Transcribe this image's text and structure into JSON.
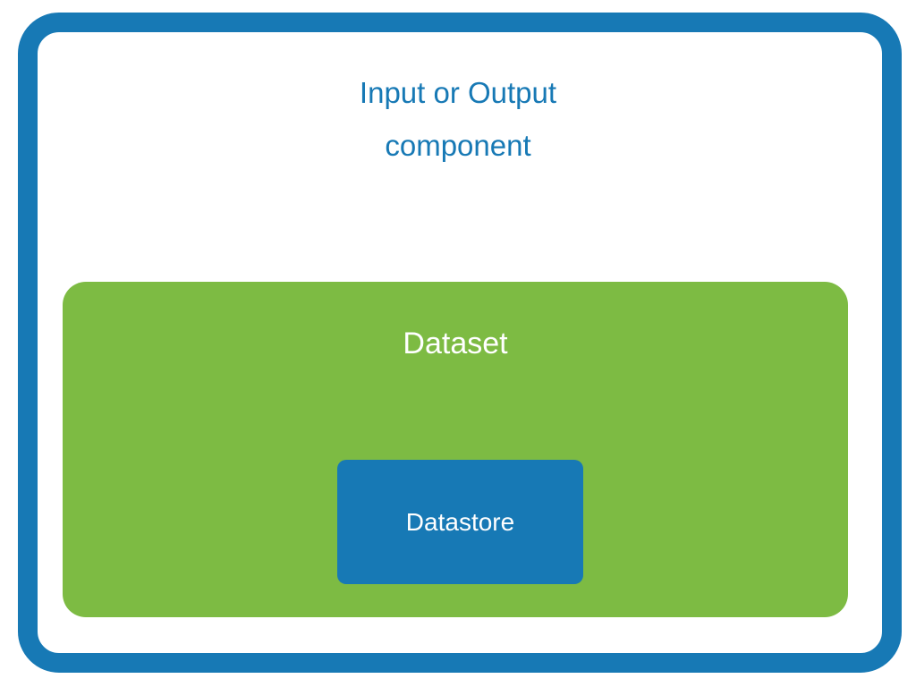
{
  "diagram": {
    "title": {
      "line1": "Input or Output",
      "line2": "component"
    },
    "nodes": {
      "dataset": {
        "label": "Dataset"
      },
      "datastore": {
        "label": "Datastore"
      }
    },
    "colors": {
      "blue": "#1779B5",
      "green": "#7DBB43"
    }
  }
}
